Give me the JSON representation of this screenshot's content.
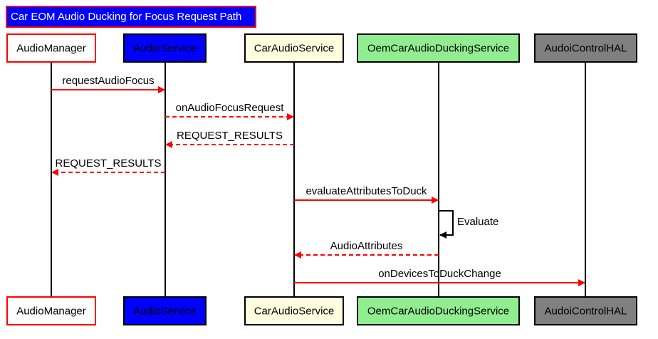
{
  "title": "Car EOM Audio Ducking for Focus Request Path",
  "colors": {
    "arrow": "#ff0000",
    "lifeline": "#000000",
    "title_bg": "#0000ff",
    "title_border": "#ff0000",
    "title_text": "#ffffff"
  },
  "participants": [
    {
      "id": "am",
      "label": "AudioManager",
      "fill": "#ffffff",
      "border": "#ff0000",
      "text_color": "#000000"
    },
    {
      "id": "as",
      "label": "AudioService",
      "fill": "#0000ff",
      "border": "#000000",
      "text_color": "#ffffff"
    },
    {
      "id": "cas",
      "label": "CarAudioService",
      "fill": "#ffffe0",
      "border": "#000000",
      "text_color": "#000000"
    },
    {
      "id": "oem",
      "label": "OemCarAudioDuckingService",
      "fill": "#90ee90",
      "border": "#000000",
      "text_color": "#000000"
    },
    {
      "id": "hal",
      "label": "AudoiControlHAL",
      "fill": "#808080",
      "border": "#000000",
      "text_color": "#ffffff"
    }
  ],
  "messages": [
    {
      "from": "am",
      "to": "as",
      "label": "requestAudioFocus",
      "style": "solid"
    },
    {
      "from": "as",
      "to": "cas",
      "label": "onAudioFocusRequest",
      "style": "dashed"
    },
    {
      "from": "cas",
      "to": "as",
      "label": "REQUEST_RESULTS",
      "style": "dashed"
    },
    {
      "from": "as",
      "to": "am",
      "label": "REQUEST_RESULTS",
      "style": "dashed"
    },
    {
      "from": "cas",
      "to": "oem",
      "label": "evaluateAttributesToDuck",
      "style": "solid"
    },
    {
      "from": "oem",
      "to": "oem",
      "label": "Evaluate",
      "style": "self"
    },
    {
      "from": "oem",
      "to": "cas",
      "label": "AudioAttributes",
      "style": "dashed"
    },
    {
      "from": "cas",
      "to": "hal",
      "label": "onDevicesToDuckChange",
      "style": "solid"
    }
  ]
}
